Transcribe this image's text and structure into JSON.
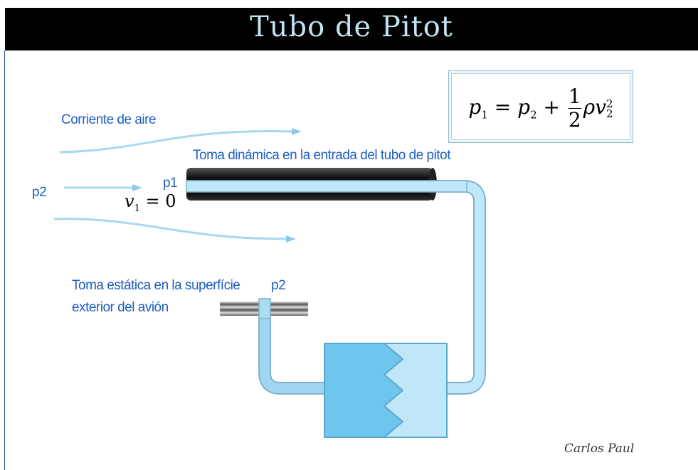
{
  "title": "Tubo de Pitot",
  "colors": {
    "title_bg": "#000000",
    "title_text": "#bfe3ef",
    "label_blue": "#1f5fbf",
    "fluid": "#a9dcf0",
    "fluid_dark": "#6ec6ee",
    "outline": "#7fb2cc"
  },
  "labels": {
    "airflow": "Corriente de aire",
    "dynamic_port": "Toma dinámica en la entrada del tubo de pitot",
    "p2_left": "p2",
    "p1": "p1",
    "static_port_line1": "Toma estática en la superfície",
    "static_port_line2": "exterior del avión",
    "p2_static": "p2"
  },
  "equation": {
    "lhs_var": "p",
    "lhs_sub": "1",
    "eq": "=",
    "rhs_var": "p",
    "rhs_sub": "2",
    "plus": "+",
    "frac_num": "1",
    "frac_den": "2",
    "rho": "ρ",
    "v": "v",
    "v_sup": "2",
    "v_sub": "2"
  },
  "v1_eq": {
    "var": "v",
    "sub": "1",
    "rest": "= 0"
  },
  "signature": "Carlos Paul"
}
